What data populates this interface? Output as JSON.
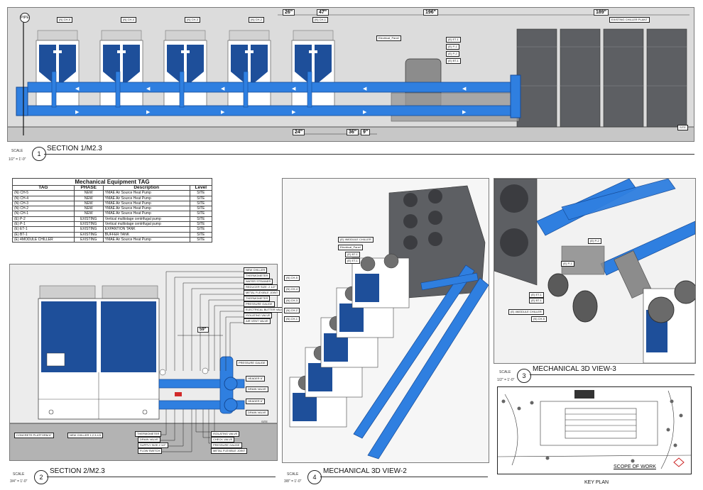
{
  "section1": {
    "number": "1",
    "title": "SECTION 1/M2.3",
    "scale_label": "SCALE",
    "scale_value": "1/2\" = 1'-0\"",
    "dims_top": [
      "26\"",
      "47\"",
      "196\"",
      "189\""
    ],
    "dims_bottom": [
      "24\"",
      "36\"",
      "9\""
    ],
    "heat_pump_tags": [
      "(N) CH-5",
      "(N) CH-4",
      "(N) CH-3",
      "(N) CH-2",
      "(N) CH-1"
    ],
    "existing_label": "EXISTING CHILLER PLANT",
    "panel_label": "Electrical_Panel",
    "tank_tags": [
      "(E) ET-1",
      "(E) P-1",
      "(E) P-2",
      "(E) BT-1"
    ],
    "marker": "PIPE",
    "site_marker": "SITE"
  },
  "table": {
    "title": "Mechanical Equipment TAG",
    "headers": [
      "TAG",
      "PHASE",
      "Description",
      "Level"
    ],
    "rows": [
      [
        "(N) CH-5",
        "NEW",
        "YMAE Air Source Heat Pump",
        "SITE"
      ],
      [
        "(N) CH-4",
        "NEW",
        "YMAE Air Source Heat Pump",
        "SITE"
      ],
      [
        "(N) CH-3",
        "NEW",
        "YMAE Air Source Heat Pump",
        "SITE"
      ],
      [
        "(N) CH-2",
        "NEW",
        "YMAE Air Source Heat Pump",
        "SITE"
      ],
      [
        "(N) CH-1",
        "NEW",
        "YMAE Air Source Heat Pump",
        "SITE"
      ],
      [
        "(E) P-2",
        "EXISTING",
        "Vertical multistage centrifugal pump",
        "SITE"
      ],
      [
        "(E) P-1",
        "EXISTING",
        "Vertical multistage centrifugal pump",
        "SITE"
      ],
      [
        "(E) ET-1",
        "EXISTING",
        "EXPANTION TANK",
        "SITE"
      ],
      [
        "(E) BT-1",
        "EXISTING",
        "BUFFER TANK",
        "SITE"
      ],
      [
        "(E) 4MODULE CHILLER",
        "EXISTING",
        "YMAE Air Source Heat Pump",
        "SITE"
      ]
    ]
  },
  "section2": {
    "number": "2",
    "title": "SECTION 2/M2.3",
    "scale_label": "SCALE",
    "scale_value": "3/4\" = 1'-0\"",
    "dim": "59\"",
    "labels_right": [
      "NEW CHILLER",
      "THERMOMETER",
      "WATER STRAINER",
      "REDUCER SIZE: 2 1/2\"",
      "METAL FLEXIBLE JOINT",
      "THERMOMETER",
      "PRESSURE GAUGE",
      "ELECTRICAL BUTTER VALVE",
      "ISOLATING VALVE",
      "AIR VENT VALVE"
    ],
    "labels_mid": [
      "PRESSURE GAUGE",
      "HEADER 6\"",
      "DRAIN VALVE",
      "HEADER 6\"",
      "DRAIN VALVE"
    ],
    "labels_bottom": [
      "THERMOMETER",
      "DRAIN VALVE",
      "SUPPLY SIZE 2 1/2\"",
      "FLOW SWITCH",
      "ISOLATING VALVE",
      "CHECK VALVE",
      "PRESSURE GAUGE",
      "METAL FLEXIBLE JOINT"
    ],
    "platform_label": "CONCRETE PLATFORM 6\"",
    "chiller_label": "NEW CHILLER 1,2,3,4,5",
    "site_label": "SITE"
  },
  "view2": {
    "number": "4",
    "title": "MECHANICAL 3D VIEW-2",
    "scale_label": "SCALE",
    "scale_value": "3/8\" = 1'-0\"",
    "tags": [
      "(E) 4MODULE CHILLER",
      "Electrical_Panel",
      "(E) BT-1",
      "(E) ET-1",
      "(N) CH-5",
      "(N) CH-4",
      "(N) CH-3",
      "(N) CH-2",
      "(N) CH-1"
    ]
  },
  "view3": {
    "number": "3",
    "title": "MECHANICAL 3D VIEW-3",
    "scale_label": "SCALE",
    "scale_value": "1/2\" = 1'-0\"",
    "tags": [
      "(E) P-2",
      "(E) P-1",
      "(E) ET-1",
      "(E) BT-1",
      "(E) 4MODULE CHILLER",
      "(N) CH-5"
    ]
  },
  "keyplan": {
    "title": "KEY PLAN",
    "scope": "SCOPE OF WORK"
  },
  "colors": {
    "pipe_blue": "#2f7fe0",
    "pump_blue": "#1e4f9a",
    "gray_unit": "#5d5f63"
  }
}
